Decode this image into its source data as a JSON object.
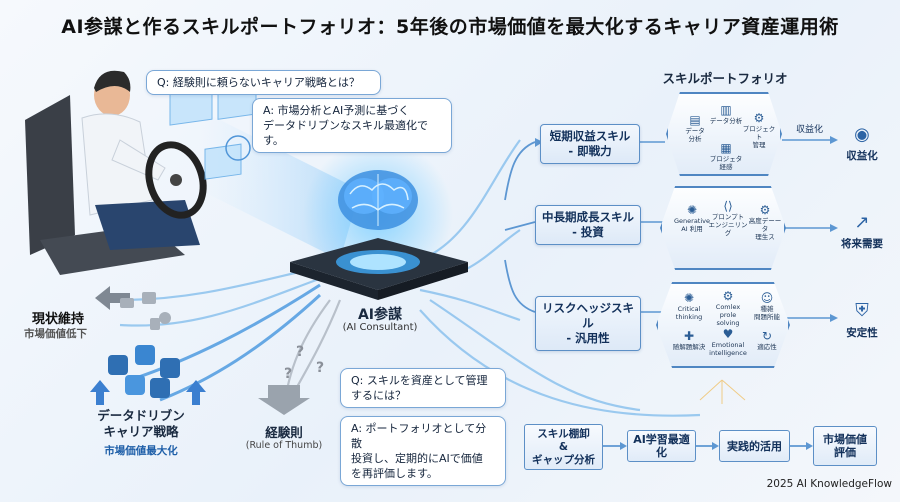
{
  "title": "AI参謀と作るスキルポートフォリオ：5年後の市場価値を最大化するキャリア資産運用術",
  "q1": "Q: 経験則に頼らないキャリア戦略とは？",
  "a1": "A: 市場分析とAI予測に基づく\nデータドリブンなスキル最適化です。",
  "q2": "Q: スキルを資産として管理\nするには？",
  "a2": "A: ポートフォリオとして分散\n投資し、定期的にAIで価値\nを再評価します。",
  "ai_label": "AI参謀",
  "ai_sub": "(AI Consultant)",
  "status_quo": {
    "title": "現状維持",
    "sub": "市場価値低下"
  },
  "data_driven": {
    "title": "データドリブン\nキャリア戦略",
    "sub": "市場価値最大化"
  },
  "rule": {
    "title": "経験則",
    "sub": "(Rule of Thumb)"
  },
  "portfolio_title": "スキルポートフォリオ",
  "skills": [
    {
      "label": "短期収益スキル\n- 即戦力",
      "out_label": "収益化",
      "out_icon": "coins-icon",
      "arrow_label": "収益化",
      "items": [
        {
          "t": "データ\n分析",
          "i": "chart-icon"
        },
        {
          "t": "データ分析",
          "i": "bar-icon"
        },
        {
          "t": "プロジェクト\n管理",
          "i": "gear-icon"
        },
        {
          "t": "プロジェタ\n経感",
          "i": "doc-icon"
        }
      ]
    },
    {
      "label": "中長期成長スキル\n- 投資",
      "out_label": "将来需要",
      "out_icon": "trend-icon",
      "items": [
        {
          "t": "Generative\nAI 利用",
          "i": "brain-icon"
        },
        {
          "t": "プロンプト\nエンジニリング",
          "i": "code-icon"
        },
        {
          "t": "高度デーータ\n理生ス",
          "i": "gear-icon"
        }
      ]
    },
    {
      "label": "リスクヘッジスキル\n- 汎用性",
      "out_label": "安定性",
      "out_icon": "shield-icon",
      "items": [
        {
          "t": "Critical\nthinking",
          "i": "brain-icon"
        },
        {
          "t": "Comlex\nprole solving",
          "i": "gear-icon"
        },
        {
          "t": "種雑\n問題所能",
          "i": "people-icon"
        },
        {
          "t": "随解題解決",
          "i": "puzzle-icon"
        },
        {
          "t": "Emotional\nintelligence",
          "i": "heart-icon"
        },
        {
          "t": "適応性",
          "i": "cycle-icon"
        }
      ]
    }
  ],
  "flow": [
    "スキル棚卸\n&\nギャップ分析",
    "AI学習最適化",
    "実践的活用",
    "市場価値\n評価"
  ],
  "footer": "2025 AI KnowledgeFlow",
  "colors": {
    "accent": "#2f6fb3",
    "line": "#6fa8e0",
    "grey": "#9aa3ad"
  }
}
